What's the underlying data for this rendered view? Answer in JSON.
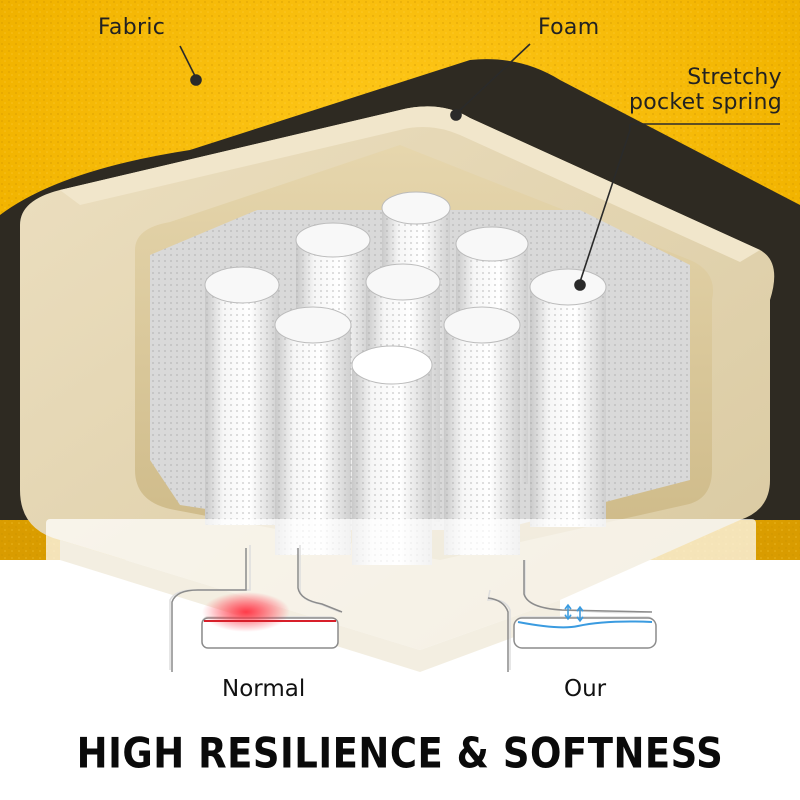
{
  "callouts": {
    "fabric": "Fabric",
    "foam": "Foam",
    "pocket_line1": "Stretchy",
    "pocket_line2": "pocket spring"
  },
  "comparison": {
    "left_label": "Normal",
    "right_label": "Our"
  },
  "headline": "HIGH RESILIENCE & SOFTNESS",
  "colors": {
    "fabric": "#f2b800",
    "foam": "#e6d8b6",
    "spring": "#f2f2f2",
    "pressure": "#d81f2a",
    "relief": "#3a9be0"
  }
}
